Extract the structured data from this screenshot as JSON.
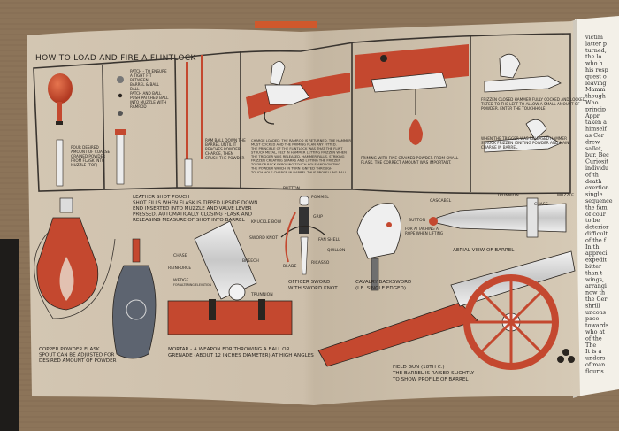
{
  "colors": {
    "table": "#8c7459",
    "page": "#d8cbb7",
    "frame": "#3a3530",
    "rust": "#c4482f",
    "ink": "#2a2520",
    "silver": "#dcdcdc",
    "white_page": "#f3f0e8"
  },
  "book": {
    "title": "HOW TO LOAD AND FIRE A FLINTLOCK",
    "steps": [
      {
        "id": "1",
        "caption_lines": [
          "POUR DESIRED",
          "AMOUNT OF COARSE",
          "GRAINED POWDER",
          "FROM FLASK INTO",
          "MUZZLE (TOP)"
        ]
      },
      {
        "id": "2",
        "caption_lines": [
          "PATCH - TO ENSURE",
          "A TIGHT FIT",
          "BETWEEN",
          "BARREL & BALL",
          "",
          "BALL",
          "",
          "PATCH AND BALL",
          "",
          "PUSH PATCHED BALL",
          "INTO MUZZLE WITH",
          "RAMROD"
        ]
      },
      {
        "id": "3",
        "caption_lines": [
          "RAM BALL DOWN THE",
          "BARREL UNTIL IT",
          "REACHES POWDER",
          "CHARGE, THEN",
          "CRUSH THE POWDER"
        ]
      },
      {
        "id": "4",
        "caption_lines": [
          "CHARGE LOADED: THE RAMROD IS RETURNED. THE HAMMER",
          "MUST COCKED AND THE PRIMING PLAN ANY FITTED.",
          "THE PRINCIPLE OF THE FLINTLOCK WAS THAT THE FLINT",
          "STRUCK METAL, FELT IN HAMMER LETTING FRIZZEN WHEN",
          "THE TRIGGER WAS RELEASED. HAMMER FALLS, STRIKING",
          "FRIZZEN CREATING SPARKS AND LIFTING THE FRIZZEN",
          "TO DROP BACK EXPOSING TOUCH HOLE AND IGNITING",
          "THE POWDER WHICH IN TURN IGNITED THROUGH",
          "TOUCH HOLE CHARGE IN BARREL THUS PROPELLING BALL"
        ]
      },
      {
        "id": "5",
        "caption_lines": [
          "PRIMING WITH FINE GRAINED POWDER FROM SMALL",
          "FLASK. THE CORRECT AMOUNT WAS IMPORTANT."
        ]
      },
      {
        "id": "6",
        "caption_lines": [
          "FRIZZEN CLOSED HAMMER FULLY COCKED AND LOCKED",
          "TILTED TO THE LEFT TO ALLOW A SMALL AMOUNT OF",
          "POWDER. ENTER THE TOUCHHOLE",
          "",
          "WHEN THE TRIGGER WAS RELEASED HAMMER",
          "STRUCK FRIZZEN IGNITING POWDER AND MAIN",
          "CHARGE IN BARREL"
        ]
      }
    ],
    "lower": {
      "leather_pouch_lines": [
        "LEATHER SHOT POUCH",
        "SHOT FILLS WHEN FLASK IS TIPPED UPSIDE DOWN",
        "END INSERTED INTO MUZZLE AND VALVE LEVER",
        "PRESSED. AUTOMATICALLY CLOSING FLASK AND",
        "RELEASING MEASURE OF SHOT INTO BARREL"
      ],
      "copper_flask_lines": [
        "COPPER POWDER FLASK",
        "SPOUT CAN BE ADJUSTED FOR",
        "DESIRED AMOUNT OF POWDER"
      ],
      "mortar_labels": {
        "chase": "CHASE",
        "reinforce": "REINFORCE",
        "wedge": "WEDGE",
        "wedge_sub": "FOR ALTERING ELEVATION",
        "breech": "BREECH",
        "trunnion": "TRUNNION"
      },
      "mortar_caption_lines": [
        "MORTAR - A WEAPON FOR THROWING A BALL OR",
        "GRENADE (ABOUT 12 INCHES DIAMETER) AT HIGH ANGLES"
      ],
      "sword_labels": {
        "button": "BUTTON",
        "pommel": "POMMEL",
        "grip": "GRIP",
        "knuckle_bow": "KNUCKLE BOW",
        "sword_knot": "SWORD KNOT",
        "fan_shell": "FAN SHELL",
        "quillon": "QUILLON",
        "ricasso": "RICASSO",
        "blade": "BLADE"
      },
      "officer_sword_lines": [
        "OFFICER SWORD",
        "WITH SWORD KNOT"
      ],
      "cavalry_lines": [
        "CAVALRY BACKSWORD",
        "(I.E. SINGLE EDGED)"
      ],
      "barrel_labels": {
        "cascabel": "CASCABEL",
        "trunnion": "TRUNNION",
        "chase": "CHASE",
        "muzzle": "MUZZLE",
        "button": "BUTTON"
      },
      "button_note_lines": [
        "FOR ATTACHING A",
        "ROPE WHEN LIFTING"
      ],
      "aerial_view": "AERIAL VIEW OF BARREL",
      "field_gun_lines": [
        "FIELD GUN (18TH C.)",
        "THE BARREL IS RAISED SLIGHTLY",
        "TO SHOW PROFILE OF BARREL"
      ]
    }
  },
  "right_page_lines": [
    "victim",
    "latter p",
    "turned,",
    "the lo",
    "who h",
    "his resp",
    "quest o",
    "leaving",
    "Mamm",
    "though",
    "Who",
    "princip",
    "Appr",
    "taken a",
    "himself",
    "as Cer",
    "drew",
    "sallet,",
    "bur. Bec",
    "Curiosit",
    "individu",
    "of th",
    "death",
    "exertion",
    "single",
    "sequence",
    "the fam",
    "of cour",
    "to be",
    "deterior",
    "difficult",
    "of the f",
    "In th",
    "appreci",
    "expedit",
    "bitter",
    "than t",
    "wings,",
    "arrangi",
    "now th",
    "the Ger",
    "shrill",
    "uncons",
    "pace",
    "towards",
    "who at",
    "of the",
    "The",
    "It is a",
    "unders",
    "of man",
    "flouris"
  ],
  "icons": [
    "ball-icon",
    "patch-icon",
    "cannonball-stack-icon"
  ]
}
